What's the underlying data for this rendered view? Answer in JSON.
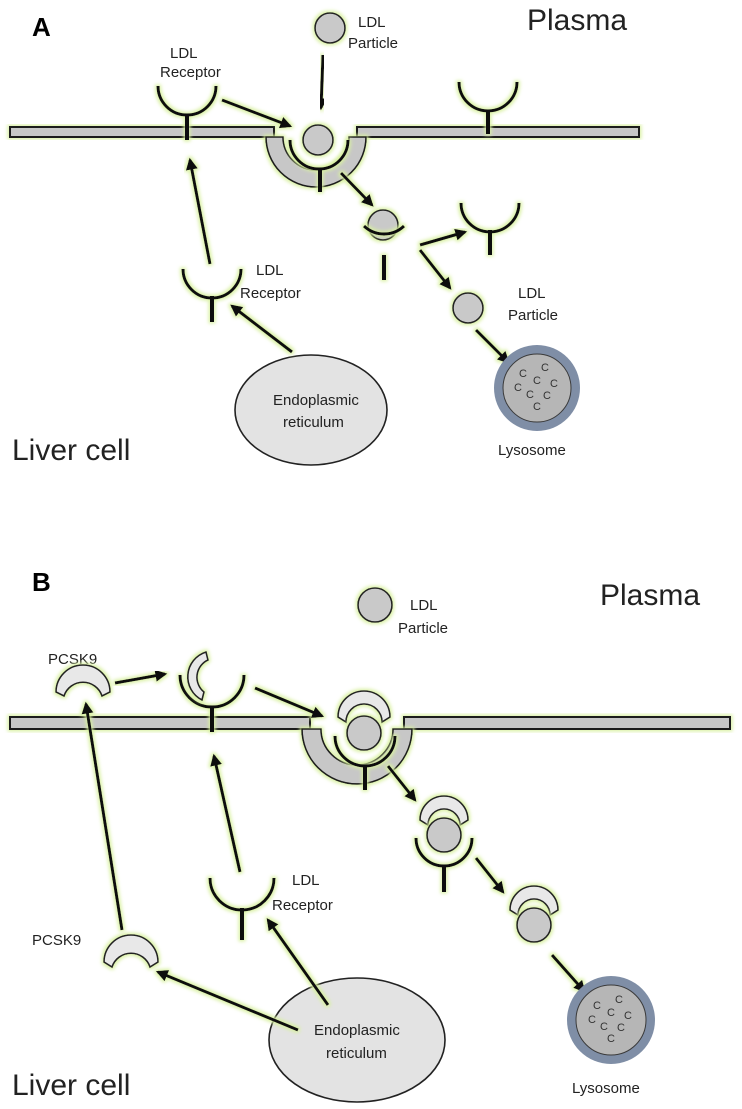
{
  "panel_a": {
    "label": "A",
    "plasma": "Plasma",
    "liver_cell": "Liver cell",
    "ldl_particle_top": [
      "LDL",
      "Particle"
    ],
    "ldl_receptor_top": [
      "LDL",
      "Receptor"
    ],
    "ldl_receptor_er": [
      "LDL",
      "Receptor"
    ],
    "ldl_particle_lower": [
      "LDL",
      "Particle"
    ],
    "er": [
      "Endoplasmic",
      "reticulum"
    ],
    "lysosome": "Lysosome",
    "lysosome_contents": [
      "C",
      "C",
      "C",
      "C",
      "C",
      "C",
      "C",
      "C"
    ]
  },
  "panel_b": {
    "label": "B",
    "plasma": "Plasma",
    "liver_cell": "Liver cell",
    "ldl_particle": [
      "LDL",
      "Particle"
    ],
    "pcsk9_top": "PCSK9",
    "pcsk9_lower": "PCSK9",
    "ldl_receptor": [
      "LDL",
      "Receptor"
    ],
    "er": [
      "Endoplasmic",
      "reticulum"
    ],
    "lysosome": "Lysosome",
    "lysosome_contents": [
      "C",
      "C",
      "C",
      "C",
      "C",
      "C",
      "C",
      "C"
    ]
  },
  "colors": {
    "membrane": "#c7c7c7",
    "particle": "#c9c9c9",
    "lysosome_ring": "#7f8ea6",
    "glow": "#d8f0a0"
  }
}
